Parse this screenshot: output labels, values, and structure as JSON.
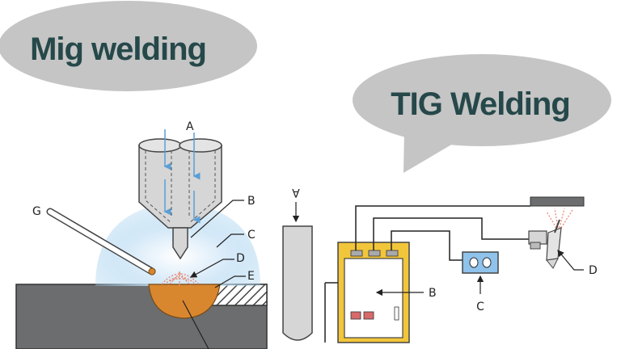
{
  "bubbles": {
    "mig": "Mig welding",
    "tig": "TIG Welding"
  },
  "mig_labels": {
    "a": "A",
    "b": "B",
    "c": "C",
    "d": "D",
    "e": "E",
    "g": "G"
  },
  "tig_labels": {
    "a": "A",
    "b": "B",
    "c": "C",
    "d": "D"
  },
  "colors": {
    "bubble": "#c4c5c4",
    "title_text": "#26484a",
    "base_metal": "#6b6d6e",
    "weld_pool": "#d9872f",
    "shield_gas": "#a9d3ee",
    "gas_arrows": "#5a9fd6",
    "power_source": "#f2c63a",
    "control_box": "#8fc3ec",
    "rod": "#d6d6d6",
    "switch": "#d86a6a"
  },
  "icons": [
    "mig-torch-nozzle",
    "filler-rod",
    "arc-sparks",
    "tig-torch",
    "power-source",
    "gas-control-box",
    "electrode-holder"
  ]
}
